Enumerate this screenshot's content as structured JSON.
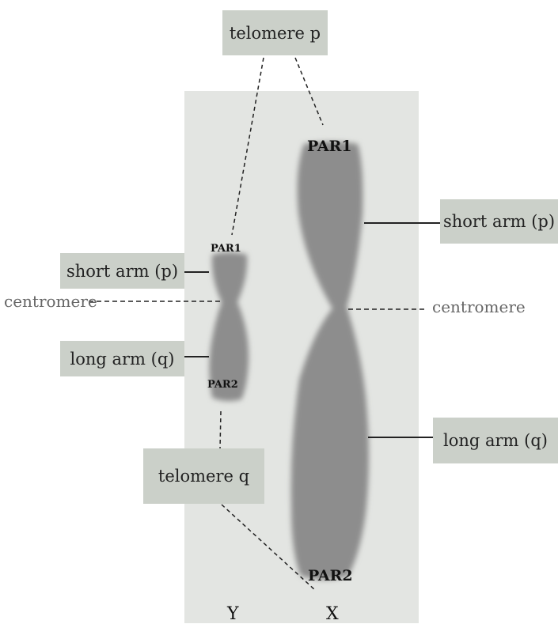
{
  "colors": {
    "panel": "#e3e5e2",
    "label_box": "#cbd0c9",
    "chromosome": "#8d8d8d",
    "line": "#222222",
    "centromere_text": "#666666"
  },
  "labels": {
    "telomere_p": "telomere p",
    "telomere_q": "telomere q",
    "y_short_arm": "short arm (p)",
    "y_long_arm": "long arm (q)",
    "y_centromere": "centromere",
    "x_short_arm": "short arm (p)",
    "x_long_arm": "long arm (q)",
    "x_centromere": "centromere"
  },
  "chromosome_y": {
    "name": "Y",
    "par1": "PAR1",
    "par2": "PAR2"
  },
  "chromosome_x": {
    "name": "X",
    "par1": "PAR1",
    "par2": "PAR2"
  }
}
